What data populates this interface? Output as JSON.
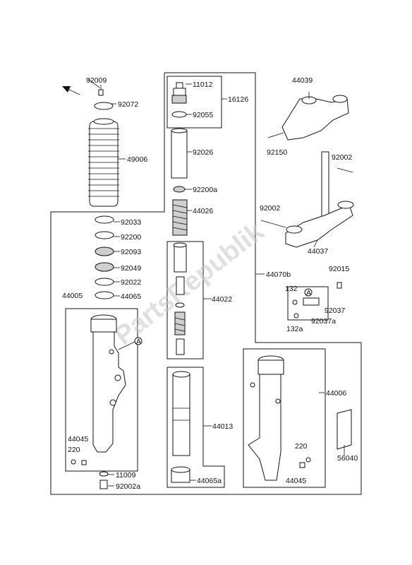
{
  "watermark": "PartsRepublik",
  "labels": {
    "p92009": "92009",
    "p92072": "92072",
    "p49006": "49006",
    "p11012": "11012",
    "p16126": "16126",
    "p92055": "92055",
    "p92026": "92026",
    "p92200a": "92200a",
    "p44026": "44026",
    "p44039": "44039",
    "p92150": "92150",
    "p92002_top": "92002",
    "p92002_mid": "92002",
    "p44037": "44037",
    "p92033": "92033",
    "p92200": "92200",
    "p92093": "92093",
    "p92049": "92049",
    "p92022": "92022",
    "p44065": "44065",
    "p44005": "44005",
    "p44022": "44022",
    "p44070b": "44070b",
    "p92015": "92015",
    "p132": "132",
    "p92037": "92037",
    "p92037a": "92037a",
    "p132a": "132a",
    "p44006": "44006",
    "p56040": "56040",
    "p44045_l": "44045",
    "p220_l": "220",
    "p11009": "11009",
    "p92002a": "92002a",
    "p44013": "44013",
    "p44065a": "44065a",
    "p220_r": "220",
    "p44045_r": "44045",
    "callout_a1": "A",
    "callout_a2": "A"
  }
}
